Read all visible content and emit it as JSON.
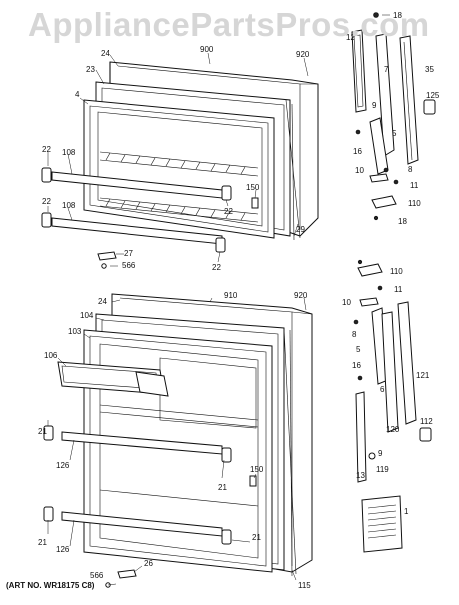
{
  "watermark": "AppliancePartsPros.com",
  "art_number": "(ART NO. WR18175 C8)",
  "callouts": [
    "18",
    "12",
    "900",
    "920",
    "24",
    "23",
    "4",
    "7",
    "35",
    "125",
    "9",
    "5",
    "16",
    "8",
    "10",
    "11",
    "110",
    "18",
    "22",
    "108",
    "22",
    "108",
    "150",
    "22",
    "29",
    "27",
    "566",
    "22",
    "110",
    "910",
    "920",
    "24",
    "104",
    "103",
    "106",
    "11",
    "10",
    "8",
    "5",
    "16",
    "121",
    "6",
    "120",
    "112",
    "9",
    "119",
    "13",
    "1",
    "21",
    "126",
    "21",
    "150",
    "21",
    "126",
    "21",
    "115",
    "566",
    "26"
  ]
}
